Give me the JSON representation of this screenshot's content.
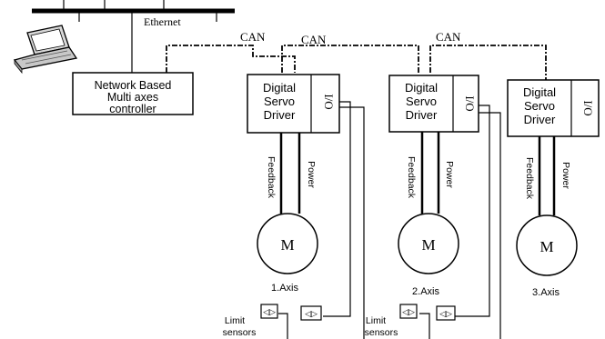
{
  "network": {
    "ethernet_label": "Ethernet",
    "can_labels": [
      "CAN",
      "CAN",
      "CAN"
    ]
  },
  "controller": {
    "lines": [
      "Network Based",
      "Multi axes",
      "controller"
    ]
  },
  "drivers": [
    {
      "lines": [
        "Digital",
        "Servo",
        "Driver"
      ],
      "io_label": "I/O",
      "feedback": "Feedback",
      "power": "Power",
      "motor": "M",
      "axis": "1.Axis"
    },
    {
      "lines": [
        "Digital",
        "Servo",
        "Driver"
      ],
      "io_label": "I/O",
      "feedback": "Feedback",
      "power": "Power",
      "motor": "M",
      "axis": "2.Axis"
    },
    {
      "lines": [
        "Digital",
        "Servo",
        "Driver"
      ],
      "io_label": "I/O",
      "feedback": "Feedback",
      "power": "Power",
      "motor": "M",
      "axis": "3.Axis"
    }
  ],
  "sensors": [
    {
      "label_lines": [
        "Limit",
        "sensors"
      ]
    },
    {
      "label_lines": [
        "Limit",
        "sensors"
      ]
    }
  ],
  "icons": {
    "laptop": "laptop-icon",
    "sensor": "limit-sensor-icon"
  }
}
